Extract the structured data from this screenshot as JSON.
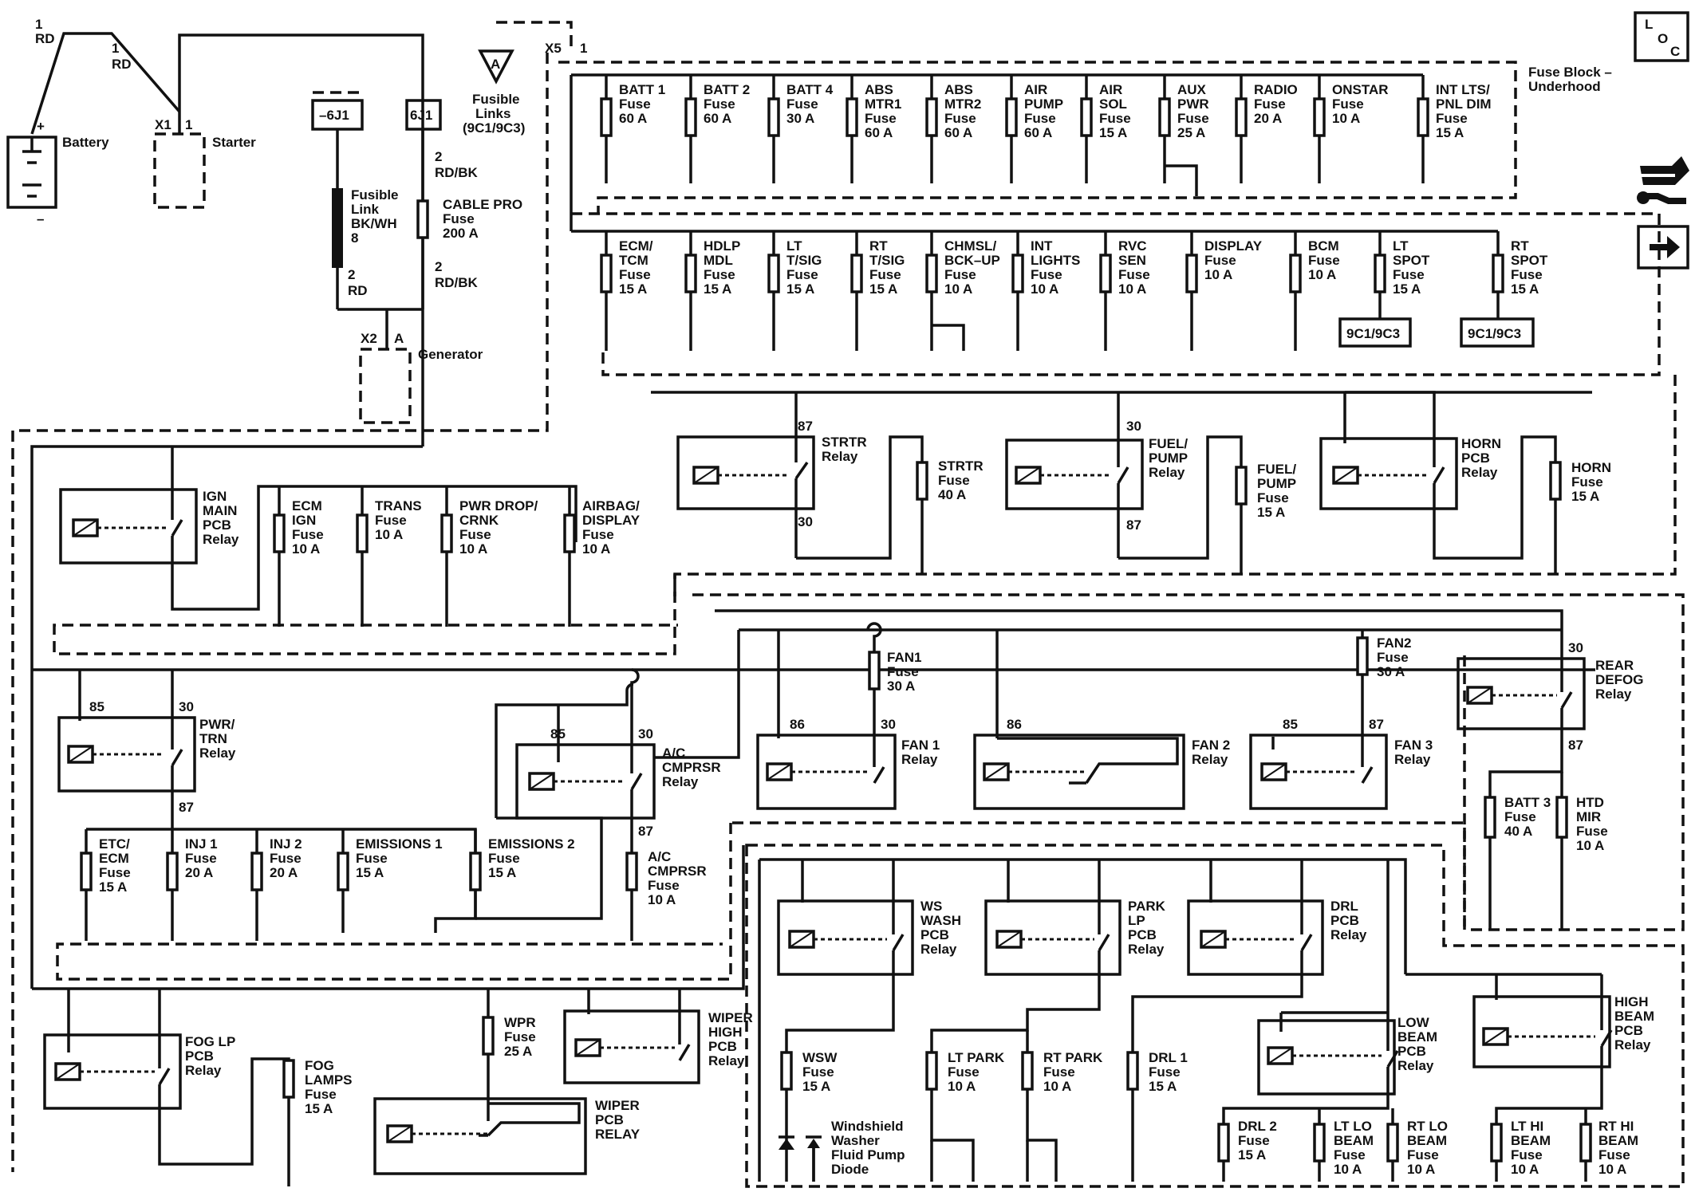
{
  "title_block": {
    "loc": [
      "L",
      "O",
      "C"
    ],
    "fuse_block_label": "Fuse Block –",
    "fuse_block_sub": "Underhood"
  },
  "nav_icons": [
    "connector-tool-icon",
    "next-arrow-icon"
  ],
  "sources": {
    "battery": "Battery",
    "battery_wire_num": "1",
    "battery_wire_color": "RD",
    "starter": "Starter",
    "starter_conn": "X1",
    "starter_pin": "1",
    "starter_wire_num": "1",
    "starter_wire_color": "RD",
    "generator": "Generator",
    "generator_conn": "X2",
    "generator_pin": "A",
    "conn_6j1_a": "–6J1",
    "conn_6j1_b": "6J1",
    "fusible_link": [
      "Fusible",
      "Link",
      "BK/WH",
      "8"
    ],
    "fusible_wire_num": "2",
    "fusible_wire_color": "RD",
    "cable_pro": [
      "CABLE PRO",
      "Fuse",
      "200 A"
    ],
    "wire_rdbk_num": "2",
    "wire_rdbk": "RD/BK",
    "links_symbol": "A",
    "links_label": [
      "Fusible",
      "Links",
      "(9C1/9C3)"
    ],
    "x5_conn": "X5",
    "x5_pin": "1",
    "plus": "+",
    "minus": "–"
  },
  "fuses_row1": [
    {
      "l": [
        "BATT 1",
        "Fuse",
        "60 A"
      ]
    },
    {
      "l": [
        "BATT 2",
        "Fuse",
        "60 A"
      ]
    },
    {
      "l": [
        "BATT 4",
        "Fuse",
        "30 A"
      ]
    },
    {
      "l": [
        "ABS",
        "MTR1",
        "Fuse",
        "60 A"
      ]
    },
    {
      "l": [
        "ABS",
        "MTR2",
        "Fuse",
        "60 A"
      ]
    },
    {
      "l": [
        "AIR",
        "PUMP",
        "Fuse",
        "60 A"
      ]
    },
    {
      "l": [
        "AIR",
        "SOL",
        "Fuse",
        "15 A"
      ]
    },
    {
      "l": [
        "AUX",
        "PWR",
        "Fuse",
        "25 A"
      ]
    },
    {
      "l": [
        "RADIO",
        "Fuse",
        "20 A"
      ]
    },
    {
      "l": [
        "ONSTAR",
        "Fuse",
        "10 A"
      ]
    },
    {
      "l": [
        "INT LTS/",
        "PNL DIM",
        "Fuse",
        "15 A"
      ]
    }
  ],
  "fuses_row2": [
    {
      "l": [
        "ECM/",
        "TCM",
        "Fuse",
        "15 A"
      ]
    },
    {
      "l": [
        "HDLP",
        "MDL",
        "Fuse",
        "15 A"
      ]
    },
    {
      "l": [
        "LT",
        "T/SIG",
        "Fuse",
        "15 A"
      ]
    },
    {
      "l": [
        "RT",
        "T/SIG",
        "Fuse",
        "15 A"
      ]
    },
    {
      "l": [
        "CHMSL/",
        "BCK–UP",
        "Fuse",
        "10 A"
      ]
    },
    {
      "l": [
        "INT",
        "LIGHTS",
        "Fuse",
        "10 A"
      ]
    },
    {
      "l": [
        "RVC",
        "SEN",
        "Fuse",
        "10 A"
      ]
    },
    {
      "l": [
        "DISPLAY",
        "Fuse",
        "10 A"
      ]
    },
    {
      "l": [
        "BCM",
        "Fuse",
        "10 A"
      ]
    },
    {
      "l": [
        "LT",
        "SPOT",
        "Fuse",
        "15 A"
      ]
    },
    {
      "l": [
        "RT",
        "SPOT",
        "Fuse",
        "15 A"
      ]
    }
  ],
  "spot_options": [
    "9C1/9C3",
    "9C1/9C3"
  ],
  "relays": {
    "strtr": [
      "STRTR",
      "Relay"
    ],
    "fuel": [
      "FUEL/",
      "PUMP",
      "Relay"
    ],
    "horn": [
      "HORN",
      "PCB",
      "Relay"
    ],
    "ign_main": [
      "IGN",
      "MAIN",
      "PCB",
      "Relay"
    ],
    "pwr_trn": [
      "PWR/",
      "TRN",
      "Relay"
    ],
    "ac": [
      "A/C",
      "CMPRSR",
      "Relay"
    ],
    "fan1": [
      "FAN 1",
      "Relay"
    ],
    "fan2": [
      "FAN 2",
      "Relay"
    ],
    "fan3": [
      "FAN 3",
      "Relay"
    ],
    "rear_defog": [
      "REAR",
      "DEFOG",
      "Relay"
    ],
    "ws_wash": [
      "WS",
      "WASH",
      "PCB",
      "Relay"
    ],
    "park_lp": [
      "PARK",
      "LP",
      "PCB",
      "Relay"
    ],
    "drl": [
      "DRL",
      "PCB",
      "Relay"
    ],
    "low_beam": [
      "LOW",
      "BEAM",
      "PCB",
      "Relay"
    ],
    "high_beam": [
      "HIGH",
      "BEAM",
      "PCB",
      "Relay"
    ],
    "fog_lp": [
      "FOG LP",
      "PCB",
      "Relay"
    ],
    "wiper_high": [
      "WIPER",
      "HIGH",
      "PCB",
      "Relay"
    ],
    "wiper": [
      "WIPER",
      "PCB",
      "RELAY"
    ]
  },
  "pins": {
    "p85": "85",
    "p86": "86",
    "p87": "87",
    "p30": "30"
  },
  "fuses_misc": {
    "strtr": [
      "STRTR",
      "Fuse",
      "40 A"
    ],
    "fuel": [
      "FUEL/",
      "PUMP",
      "Fuse",
      "15 A"
    ],
    "horn": [
      "HORN",
      "Fuse",
      "15 A"
    ],
    "ecm_ign": [
      "ECM",
      "IGN",
      "Fuse",
      "10 A"
    ],
    "trans": [
      "TRANS",
      "Fuse",
      "10 A"
    ],
    "pwr_drop": [
      "PWR DROP/",
      "CRNK",
      "Fuse",
      "10 A"
    ],
    "airbag": [
      "AIRBAG/",
      "DISPLAY",
      "Fuse",
      "10 A"
    ],
    "etc": [
      "ETC/",
      "ECM",
      "Fuse",
      "15 A"
    ],
    "inj1": [
      "INJ 1",
      "Fuse",
      "20 A"
    ],
    "inj2": [
      "INJ 2",
      "Fuse",
      "20 A"
    ],
    "em1": [
      "EMISSIONS 1",
      "Fuse",
      "15 A"
    ],
    "em2": [
      "EMISSIONS 2",
      "Fuse",
      "15 A"
    ],
    "ac": [
      "A/C",
      "CMPRSR",
      "Fuse",
      "10 A"
    ],
    "fan1": [
      "FAN1",
      "Fuse",
      "30 A"
    ],
    "fan2": [
      "FAN2",
      "Fuse",
      "30 A"
    ],
    "batt3": [
      "BATT 3",
      "Fuse",
      "40 A"
    ],
    "htd_mir": [
      "HTD",
      "MIR",
      "Fuse",
      "10 A"
    ],
    "fog_lamps": [
      "FOG",
      "LAMPS",
      "Fuse",
      "15 A"
    ],
    "wpr": [
      "WPR",
      "Fuse",
      "25 A"
    ],
    "wsw": [
      "WSW",
      "Fuse",
      "15 A"
    ],
    "lt_park": [
      "LT PARK",
      "Fuse",
      "10 A"
    ],
    "rt_park": [
      "RT PARK",
      "Fuse",
      "10 A"
    ],
    "drl1": [
      "DRL 1",
      "Fuse",
      "15 A"
    ],
    "drl2": [
      "DRL 2",
      "Fuse",
      "15 A"
    ],
    "lt_lo": [
      "LT LO",
      "BEAM",
      "Fuse",
      "10 A"
    ],
    "rt_lo": [
      "RT LO",
      "BEAM",
      "Fuse",
      "10 A"
    ],
    "lt_hi": [
      "LT HI",
      "BEAM",
      "Fuse",
      "10 A"
    ],
    "rt_hi": [
      "RT HI",
      "BEAM",
      "Fuse",
      "10 A"
    ]
  },
  "diode": [
    "Windshield",
    "Washer",
    "Fluid Pump",
    "Diode"
  ]
}
